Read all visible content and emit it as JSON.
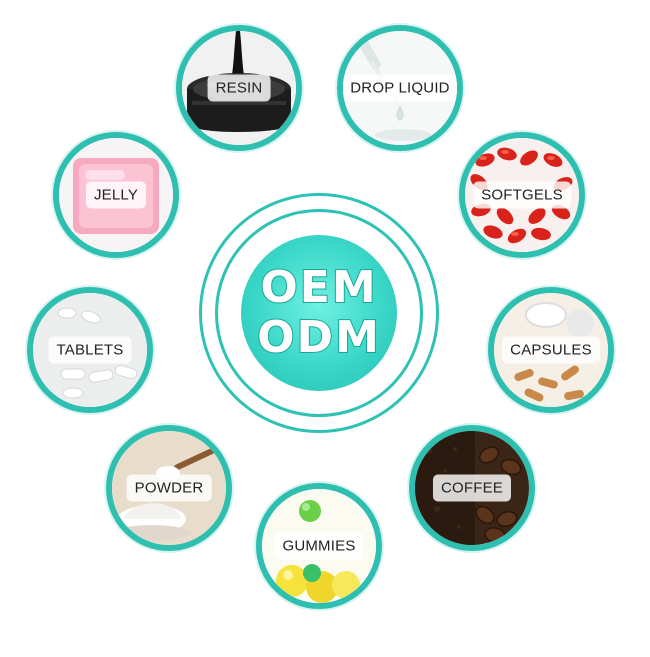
{
  "hub": {
    "line1": "OEM",
    "line2": "ODM"
  },
  "products": [
    {
      "id": "resin",
      "label": "RESIN",
      "icon": "resin-bowl-icon"
    },
    {
      "id": "drop-liquid",
      "label": "DROP LIQUID",
      "icon": "dropper-icon"
    },
    {
      "id": "softgels",
      "label": "SOFTGELS",
      "icon": "softgel-capsules-icon"
    },
    {
      "id": "capsules",
      "label": "CAPSULES",
      "icon": "capsules-icon"
    },
    {
      "id": "coffee",
      "label": "COFFEE",
      "icon": "coffee-beans-icon"
    },
    {
      "id": "gummies",
      "label": "GUMMIES",
      "icon": "gummies-icon"
    },
    {
      "id": "powder",
      "label": "POWDER",
      "icon": "powder-spoon-icon"
    },
    {
      "id": "tablets",
      "label": "TABLETS",
      "icon": "tablets-icon"
    },
    {
      "id": "jelly",
      "label": "JELLY",
      "icon": "jelly-icon"
    }
  ],
  "colors": {
    "accent": "#2fbfb1",
    "hub_fill": "#3ad7c8",
    "hub_text": "#ffffff"
  }
}
